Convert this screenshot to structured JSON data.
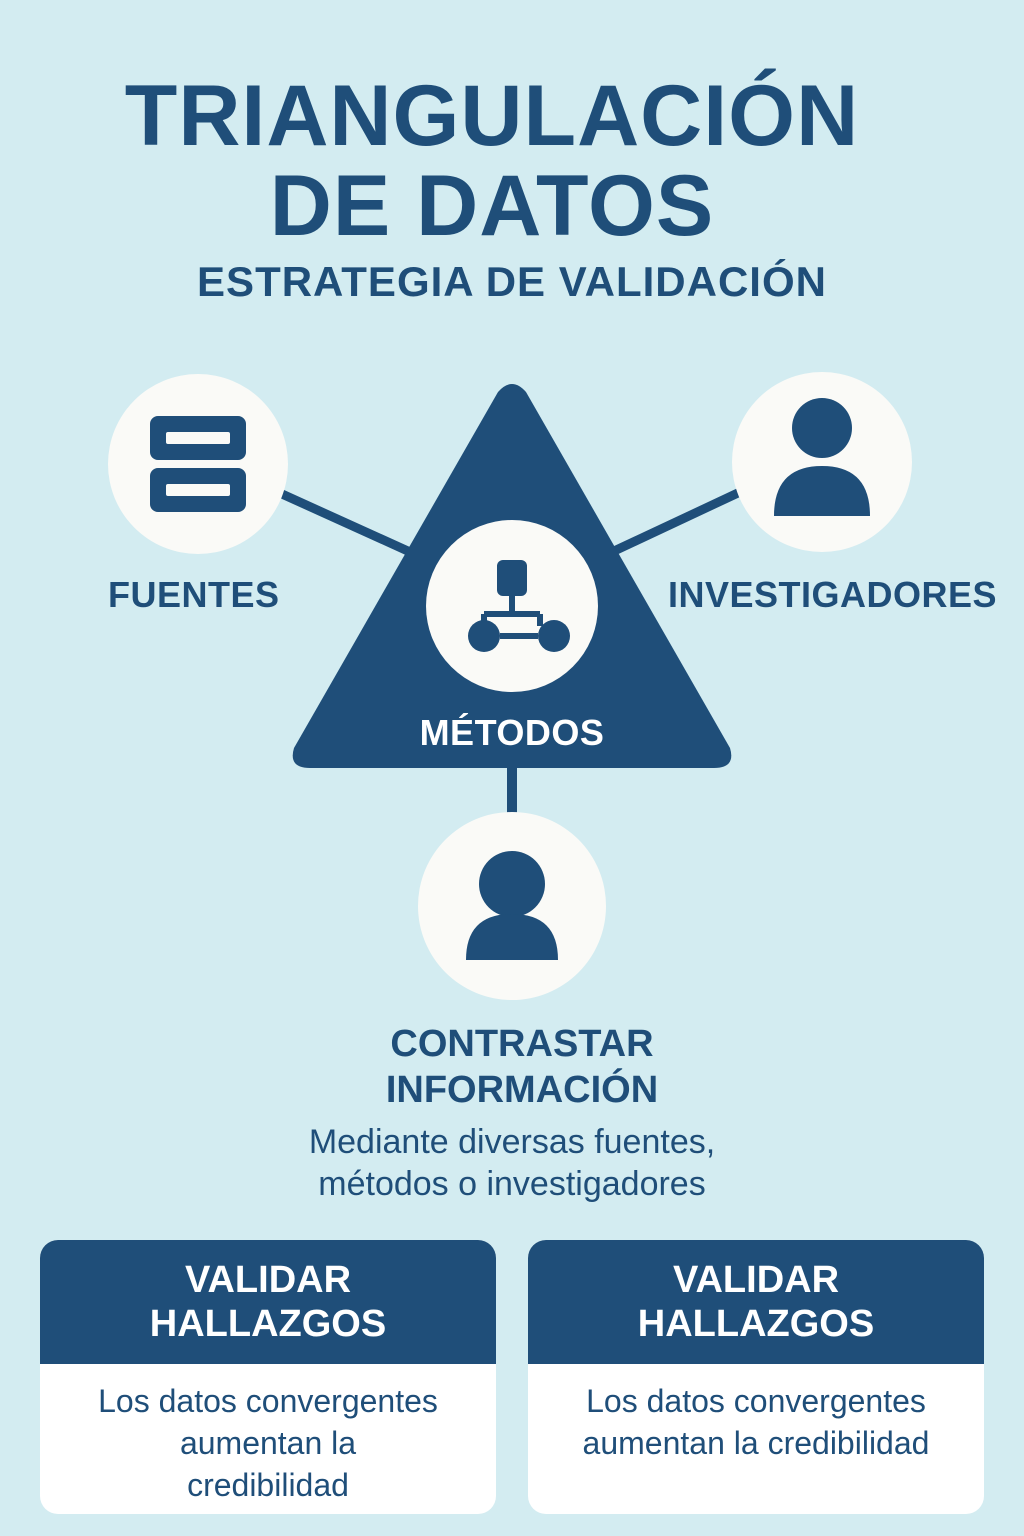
{
  "title": {
    "line1": "TRIANGULACIÓN",
    "line2": "DE DATOS",
    "subtitle": "ESTRATEGIA DE VALIDACIÓN"
  },
  "diagram": {
    "nodes": {
      "left": {
        "label": "FUENTES",
        "icon": "database-icon"
      },
      "right": {
        "label": "INVESTIGADORES",
        "icon": "person-icon"
      },
      "center": {
        "label": "MÉTODOS",
        "icon": "network-icon"
      },
      "bottom": {
        "icon": "person-icon"
      }
    }
  },
  "contrast": {
    "title_line1": "CONTRASTAR",
    "title_line2": "INFORMACIÓN",
    "desc_line1": "Mediante diversas fuentes,",
    "desc_line2": "métodos o investigadores"
  },
  "cards": [
    {
      "title_line1": "VALIDAR",
      "title_line2": "HALLAZGOS",
      "body_lines": [
        "Los datos convergentes",
        "aumentan la",
        "credibilidad"
      ]
    },
    {
      "title_line1": "VALIDAR",
      "title_line2": "HALLAZGOS",
      "body_lines": [
        "Los datos convergentes",
        "aumentan la credibilidad"
      ]
    }
  ],
  "colors": {
    "background": "#d3ecf1",
    "primary": "#1f4e79",
    "circle_fill": "#fafaf7"
  }
}
